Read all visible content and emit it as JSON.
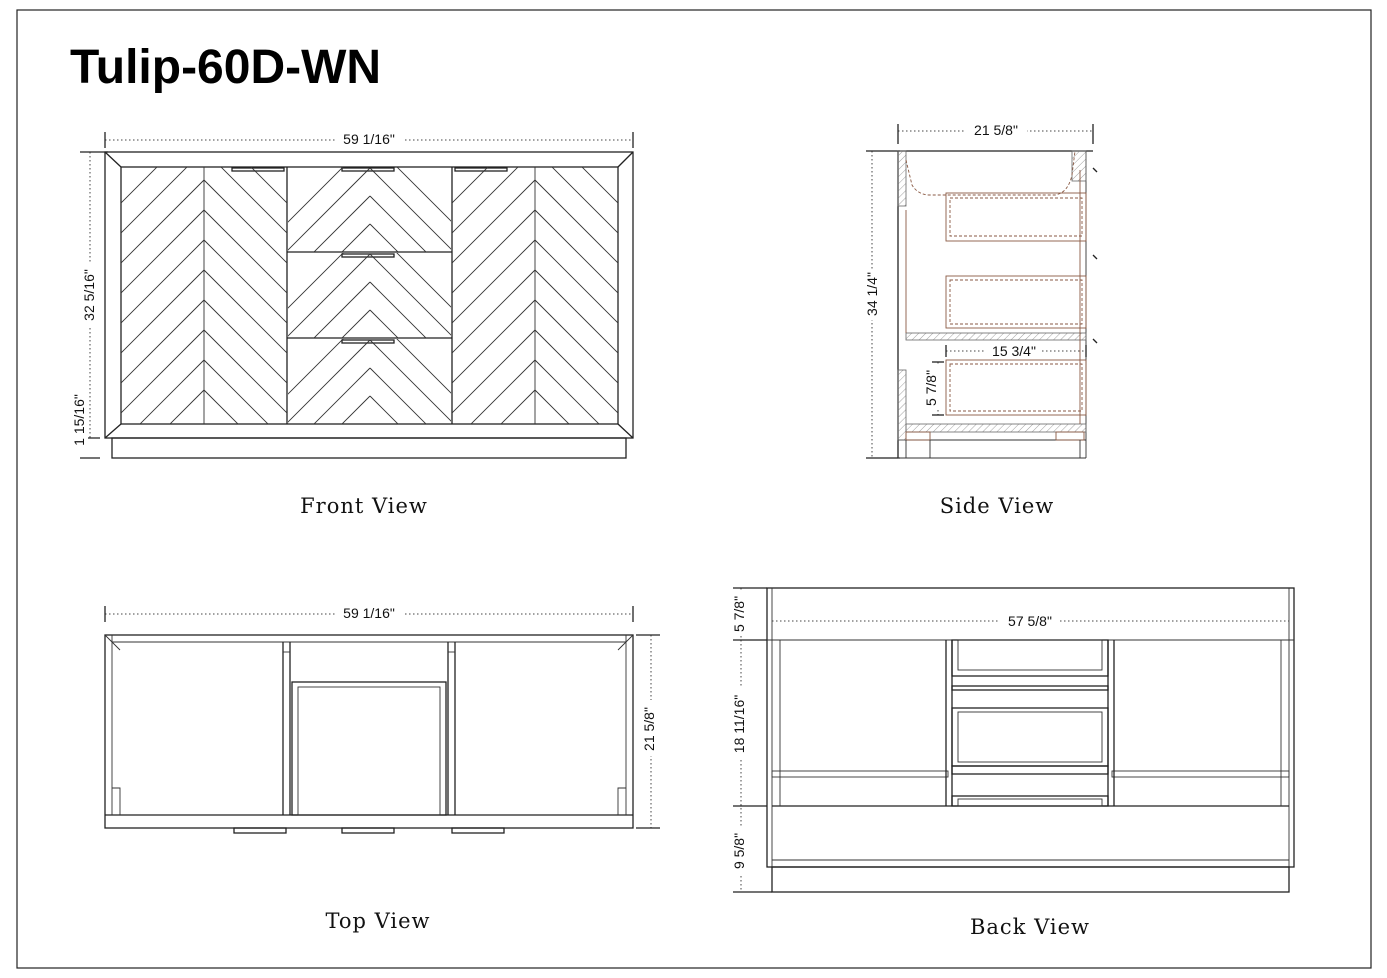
{
  "title": "Tulip-60D-WN",
  "views": {
    "front": {
      "label": "Front View",
      "dims": {
        "width": "59 1/16\"",
        "height": "32 5/16\"",
        "toe": "1 15/16\""
      }
    },
    "side": {
      "label": "Side View",
      "dims": {
        "depth": "21 5/8\"",
        "height": "34 1/4\"",
        "drawer_depth": "15 3/4\"",
        "drawer_height": "5 7/8\""
      }
    },
    "top": {
      "label": "Top View",
      "dims": {
        "width": "59 1/16\"",
        "depth": "21 5/8\""
      }
    },
    "back": {
      "label": "Back View",
      "dims": {
        "width": "57 5/8\"",
        "top_gap": "5 7/8\"",
        "opening": "18 11/16\"",
        "bottom": "9 5/8\""
      }
    }
  }
}
